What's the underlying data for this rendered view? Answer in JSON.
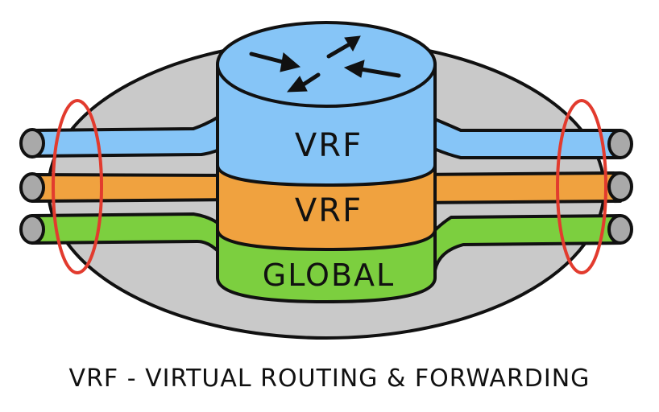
{
  "diagram": {
    "layers": {
      "top": "VRF",
      "middle": "VRF",
      "bottom": "GLOBAL"
    },
    "caption": "VRF - VIRTUAL ROUTING & FORWARDING"
  },
  "colors": {
    "blue": "#86c5f7",
    "orange": "#f0a23f",
    "green": "#7ccf3f",
    "gray": "#c9c9c9",
    "ring": "#e23b2e"
  },
  "icons": [
    "router-arrows-icon"
  ]
}
